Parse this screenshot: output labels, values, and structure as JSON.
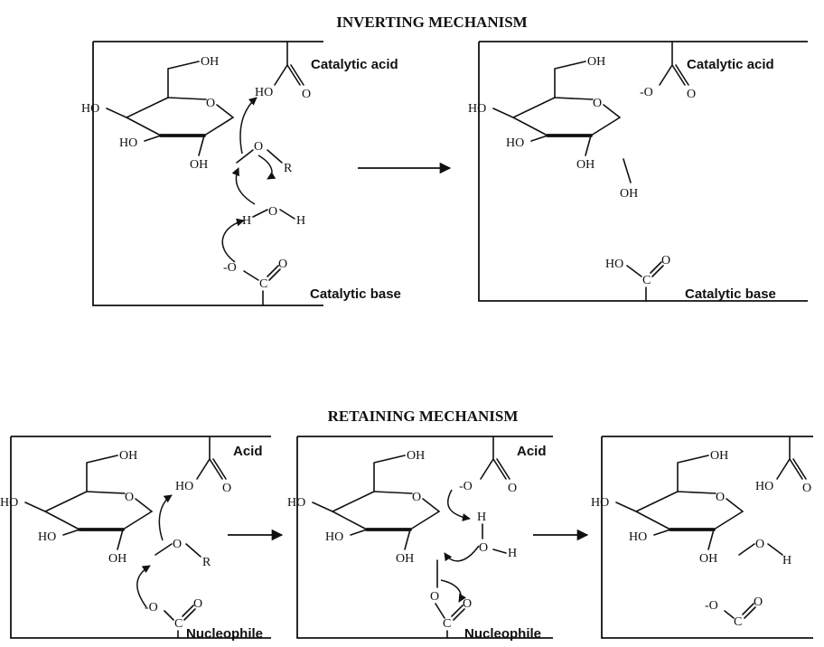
{
  "titles": {
    "inverting": "INVERTING MECHANISM",
    "retaining": "RETAINING MECHANISM"
  },
  "labels": {
    "catalytic_acid": "Catalytic acid",
    "catalytic_base": "Catalytic base",
    "acid": "Acid",
    "nucleophile": "Nucleophile"
  },
  "chem": {
    "oh": "OH",
    "ho": "HO",
    "o": "O",
    "r": "R",
    "h": "H",
    "c": "C",
    "o_minus": "-O"
  }
}
